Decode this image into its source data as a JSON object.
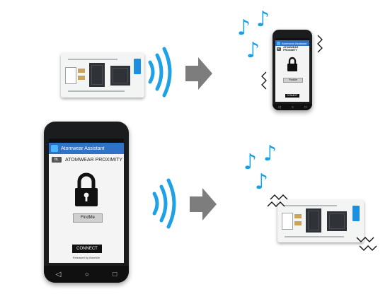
{
  "colors": {
    "accent": "#1ea1e6",
    "arrow": "#7d7d7d",
    "appbar": "#2f73c8",
    "board": "#f3f4f4"
  },
  "icons": {
    "signal": "signal-waves-icon",
    "arrow": "right-arrow-icon",
    "note": "music-note-icon",
    "lock": "lock-icon",
    "vibration": "vibration-icon"
  },
  "phone_large": {
    "app_title": "Atomwear Assistant",
    "tab_label": "BL",
    "header": "ATOMWEAR PROXIMITY",
    "status_button": "FindMe",
    "connect_button": "CONNECT",
    "footer_text": "Released by AtomWe"
  },
  "phone_small": {
    "app_title": "Atomwear Assistant",
    "tab_label": "BL",
    "header": "ATOMWEAR PROXIMITY",
    "status_button": "FindMe",
    "connect_button": "CONNECT"
  },
  "notes": {
    "glyph": "♪"
  }
}
